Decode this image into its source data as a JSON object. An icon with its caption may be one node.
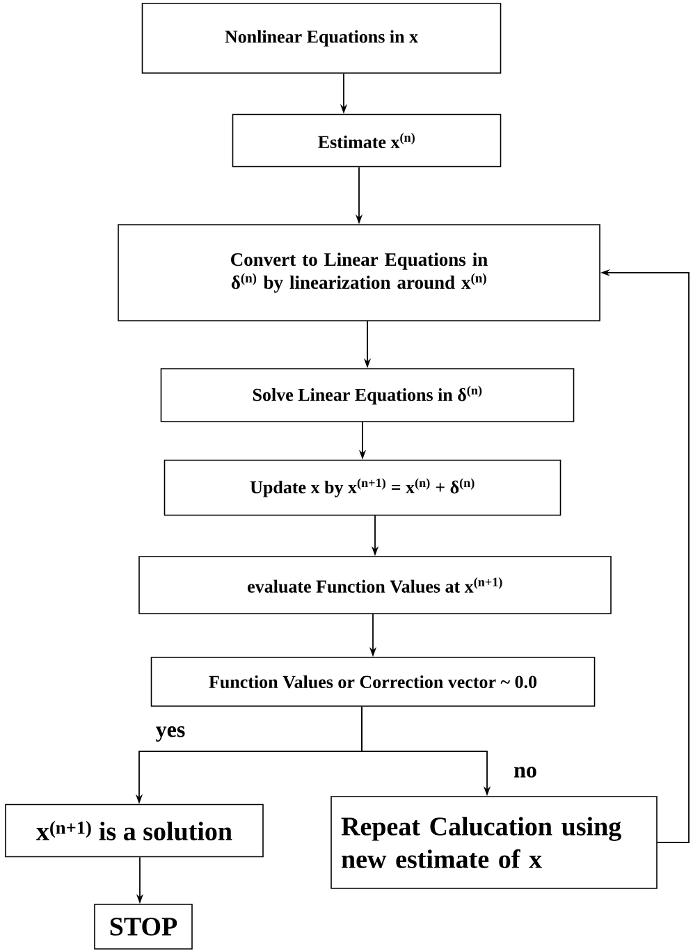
{
  "diagram": {
    "nodes": [
      {
        "text": [
          "Nonlinear Equations in x"
        ]
      },
      {
        "text": [
          "Estimate x$^{(n)}$"
        ]
      },
      {
        "text": [
          "Convert to Linear Equations in δ$^{(n)}$ by linearization around x$^{(n)}$"
        ]
      },
      {
        "text": [
          "Solve Linear Equations in δ$^{(n)}$"
        ]
      },
      {
        "text": [
          "Update x by x$^{(n+1)}$ = x$^{(n)}$ + δ$^{(n)}$"
        ]
      },
      {
        "text": [
          "evaluate Function Values at x$^{(n+1)}$"
        ]
      },
      {
        "text": [
          "Function Values or Correction vector ~ 0.0"
        ]
      },
      {
        "text": [
          "x$^{(n+1)}$ is a solution"
        ]
      },
      {
        "text": [
          "Repeat Calucation using new estimate of x"
        ]
      },
      {
        "text": [
          "STOP"
        ]
      }
    ],
    "edges": [
      {
        "from": 0,
        "to": 1,
        "arrow": "to"
      },
      {
        "from": 1,
        "to": 2,
        "arrow": "to"
      },
      {
        "from": 2,
        "to": 3,
        "arrow": "to"
      },
      {
        "from": 3,
        "to": 4,
        "arrow": "to"
      },
      {
        "from": 4,
        "to": 5,
        "arrow": "to"
      },
      {
        "from": 5,
        "to": 6,
        "arrow": "to"
      },
      {
        "from": 6,
        "to": 7,
        "arrow": "to",
        "label": "yes"
      },
      {
        "from": 6,
        "to": 8,
        "arrow": "to",
        "label": "no"
      },
      {
        "from": 7,
        "to": 9,
        "arrow": "to"
      },
      {
        "from": 8,
        "to": 2,
        "arrow": "to"
      }
    ]
  }
}
